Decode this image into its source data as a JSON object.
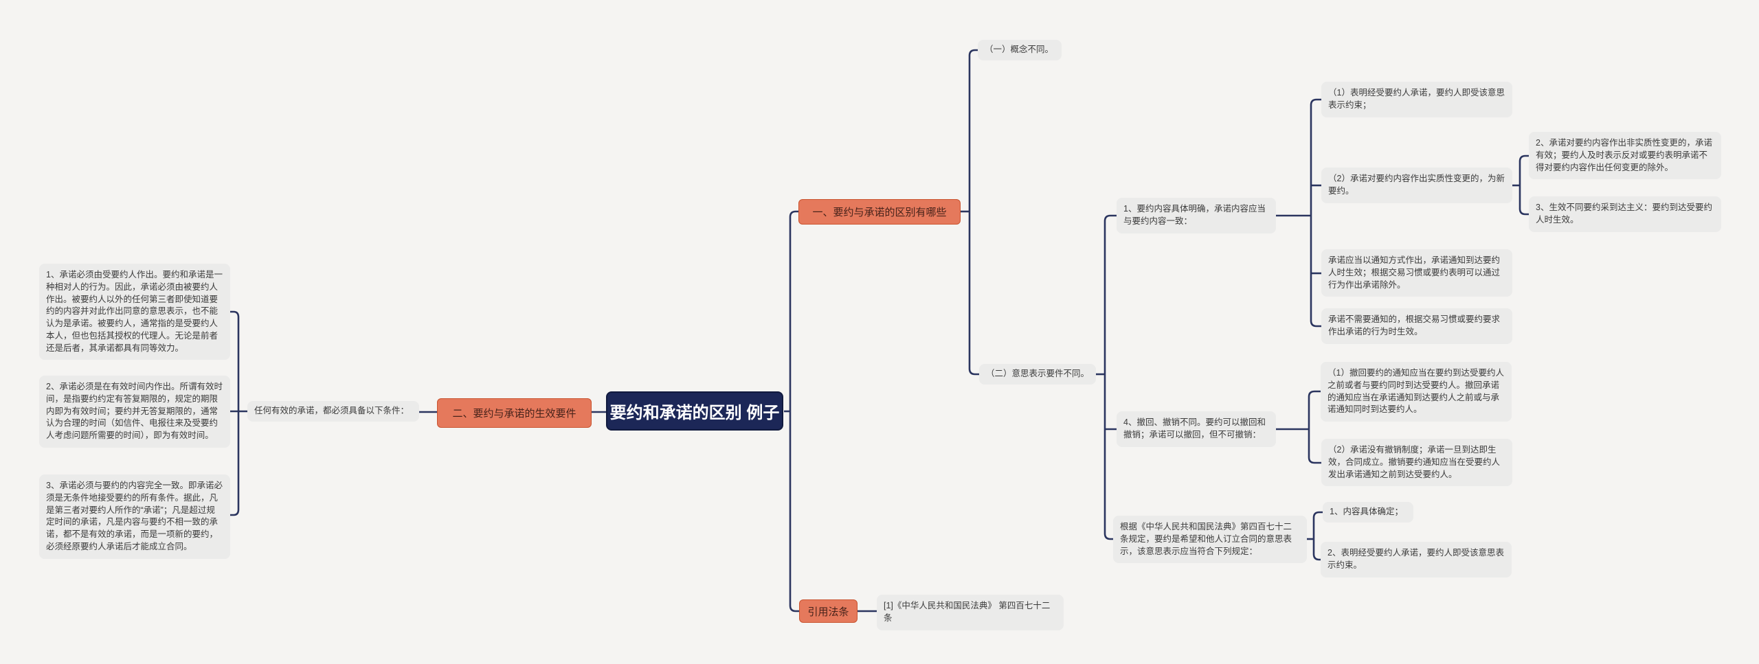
{
  "colors": {
    "background": "#f5f4f2",
    "connector_navy": "#2b355f",
    "root_fill": "#1c2757",
    "root_text": "#ffffff",
    "topic_orange_fill": "#e5795c",
    "topic_orange_border": "#c9532f",
    "note_fill": "#ebebea",
    "note_text": "#3b3b3b"
  },
  "mindmap": {
    "root": "要约和承诺的区别 例子",
    "left": {
      "topic": "二、要约与承诺的生效要件",
      "condition": "任何有效的承诺，都必须具备以下条件：",
      "item1": "1、承诺必须由受要约人作出。要约和承诺是一种相对人的行为。因此，承诺必须由被要约人作出。被要约人以外的任何第三者即使知道要约的内容并对此作出同意的意思表示，也不能认为是承诺。被要约人，通常指的是受要约人本人，但也包括其授权的代理人。无论是前者还是后者，其承诺都具有同等效力。",
      "item2": "2、承诺必须是在有效时间内作出。所谓有效时间，是指要约约定有答复期限的，规定的期限内即为有效时间；要约并无答复期限的，通常认为合理的时间（如信件、电报往来及受要约人考虑问题所需要的时间），即为有效时间。",
      "item3": "3、承诺必须与要约的内容完全一致。即承诺必须是无条件地接受要约的所有条件。据此，凡是第三者对要约人所作的“承诺”；凡是超过规定时间的承诺，凡是内容与要约不相一致的承诺，都不是有效的承诺，而是一项新的要约，必须经原要约人承诺后才能成立合同。"
    },
    "right": {
      "topic": "一、要约与承诺的区别有哪些",
      "concept": "（一）概念不同。",
      "expression": "（二）意思表示要件不同。",
      "content_clear": "1、要约内容具体明确，承诺内容应当与要约内容一致：",
      "bound": "（1）表明经受要约人承诺，要约人即受该意思表示约束；",
      "substantial": "（2）承诺对要约内容作出实质性变更的，为新要约。",
      "non_substantial": "2、承诺对要约内容作出非实质性变更的，承诺有效；要约人及时表示反对或要约表明承诺不得对要约内容作出任何变更的除外。",
      "effective": "3、生效不同要约采到达主义：要约到达受要约人时生效。",
      "notice": "承诺应当以通知方式作出，承诺通知到达要约人时生效；根据交易习惯或要约表明可以通过行为作出承诺除外。",
      "no_notice": "承诺不需要通知的，根据交易习惯或要约要求作出承诺的行为时生效。",
      "withdraw": "4、撤回、撤销不同。要约可以撤回和撤销；承诺可以撤回，但不可撤销：",
      "withdraw_notice": "（1）撤回要约的通知应当在要约到达受要约人之前或者与要约同时到达受要约人。撤回承诺的通知应当在承诺通知到达要约人之前或与承诺通知同时到达要约人。",
      "no_revocation": "（2）承诺没有撤销制度；承诺一旦到达即生效，合同成立。撤销要约通知应当在受要约人发出承诺通知之前到达受要约人。",
      "law_basis": "根据《中华人民共和国民法典》第四百七十二条规定，要约是希望和他人订立合同的意思表示，该意思表示应当符合下列规定：",
      "law1": "1、内容具体确定；",
      "law2": "2、表明经受要约人承诺，要约人即受该意思表示约束。"
    },
    "citation": {
      "topic": "引用法条",
      "reference": "[1]《中华人民共和国民法典》 第四百七十二条"
    }
  }
}
